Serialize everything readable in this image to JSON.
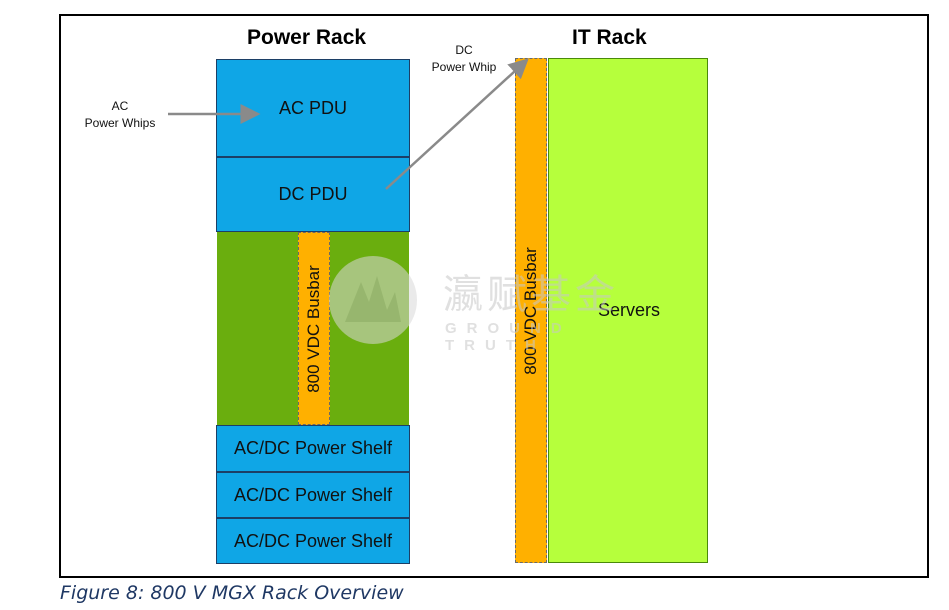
{
  "power_rack": {
    "title": "Power Rack",
    "ac_pdu": "AC PDU",
    "dc_pdu": "DC PDU",
    "busbar": "800 VDC Busbar",
    "shelves": [
      "AC/DC Power Shelf",
      "AC/DC Power Shelf",
      "AC/DC Power Shelf"
    ]
  },
  "it_rack": {
    "title": "IT Rack",
    "busbar": "800 VDC Busbar",
    "servers": "Servers"
  },
  "annotations": {
    "ac_line1": "AC",
    "ac_line2": "Power Whips",
    "dc_line1": "DC",
    "dc_line2": "Power Whip"
  },
  "watermark": {
    "cn": "瀛赋基金",
    "en": "GROUND TRUTH"
  },
  "caption": "Figure 8: 800 V MGX Rack Overview",
  "colors": {
    "pdu_blue": "#0fa6e6",
    "power_green": "#6aae0e",
    "servers_green": "#b6ff3c",
    "busbar_orange": "#ffb000",
    "caption_blue": "#1f3864"
  }
}
